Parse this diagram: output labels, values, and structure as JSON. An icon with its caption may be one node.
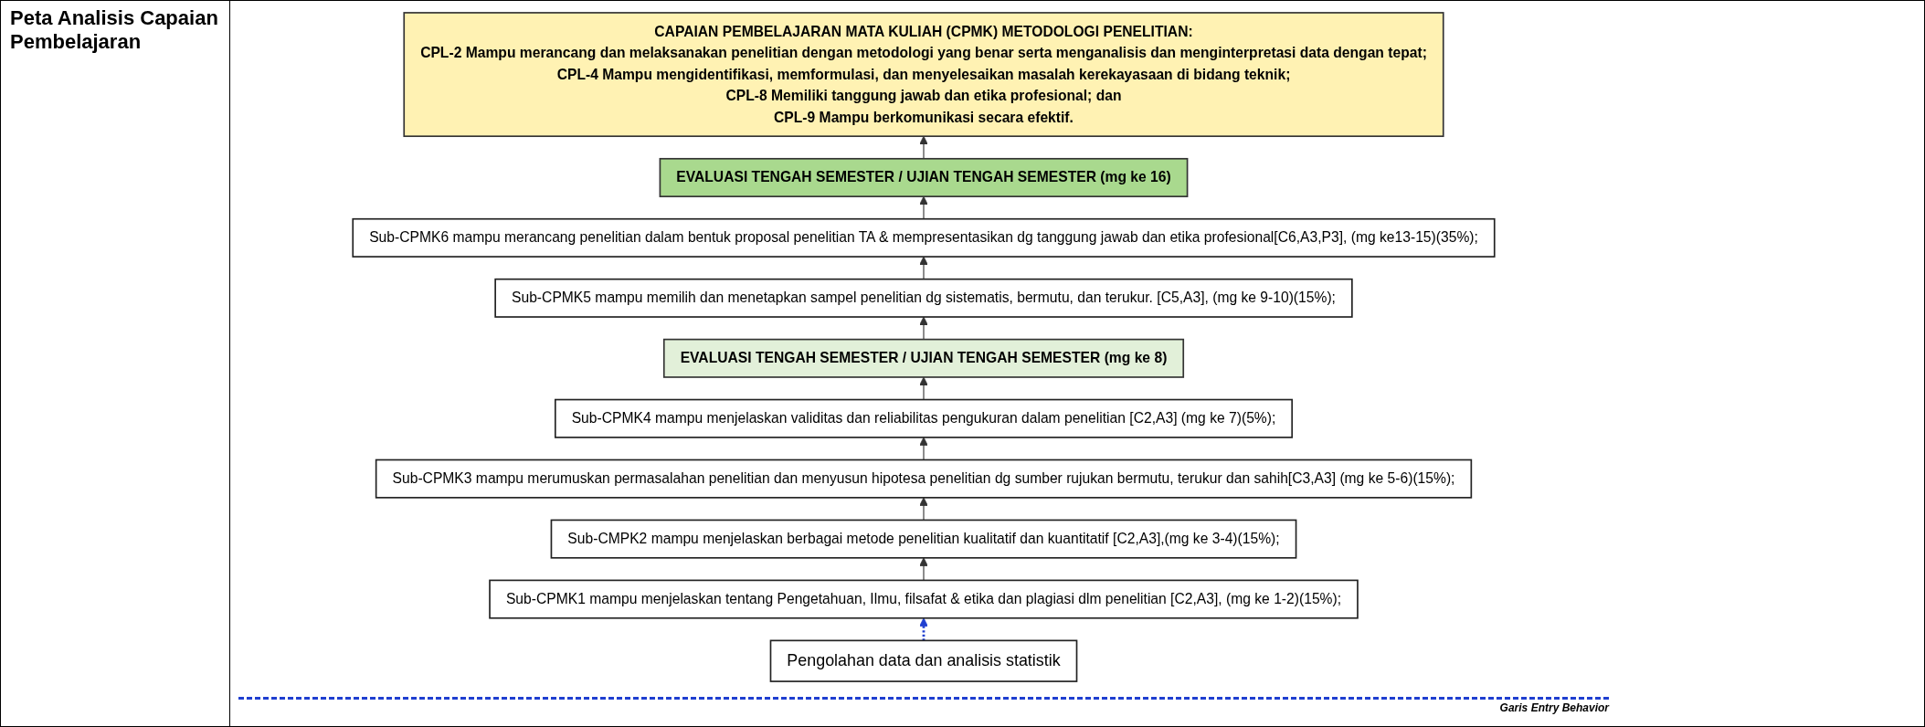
{
  "diagram": {
    "nodes": [
      {
        "text": [
          "CAPAIAN PEMBELAJARAN MATA KULIAH (CPMK) METODOLOGI PENELITIAN:",
          "CPL-2 Mampu merancang dan melaksanakan penelitian dengan metodologi yang benar serta menganalisis dan menginterpretasi data dengan tepat;",
          "CPL-4 Mampu mengidentifikasi, memformulasi, dan menyelesaikan masalah kerekayasaan di bidang teknik;",
          "CPL-8 Memiliki tanggung jawab dan etika profesional; dan",
          "CPL-9 Mampu berkomunikasi secara efektif."
        ]
      },
      {
        "text": [
          "EVALUASI TENGAH SEMESTER / UJIAN TENGAH SEMESTER (mg ke 16)"
        ]
      },
      {
        "text": [
          "Sub-CPMK6 mampu merancang penelitian dalam bentuk proposal penelitian TA & mempresentasikan dg tanggung jawab dan etika profesional[C6,A3,P3], (mg ke13-15)(35%);"
        ]
      },
      {
        "text": [
          "Sub-CPMK5 mampu memilih dan menetapkan sampel penelitian dg sistematis, bermutu, dan terukur. [C5,A3], (mg ke 9-10)(15%);"
        ]
      },
      {
        "text": [
          "EVALUASI TENGAH SEMESTER / UJIAN TENGAH SEMESTER (mg ke 8)"
        ]
      },
      {
        "text": [
          "Sub-CPMK3 mampu merumuskan permasalahan penelitian dan menyusun hipotesa penelitian dg sumber rujukan bermutu, terukur dan sahih[C3,A3] (mg ke 5-6)(15%);"
        ]
      },
      {
        "text": [
          "Sub-CPMK4 mampu menjelaskan validitas dan reliabilitas pengukuran dalam penelitian [C2,A3] (mg ke 7)(5%);"
        ]
      },
      {
        "text": [
          "Sub-CMPK2 mampu menjelaskan berbagai metode penelitian kualitatif dan kuantitatif [C2,A3],(mg ke 3-4)(15%);"
        ]
      },
      {
        "text": [
          "Sub-CPMK1 mampu menjelaskan tentang Pengetahuan, Ilmu, filsafat & etika dan plagiasi dlm penelitian [C2,A3], (mg ke 1-2)(15%);"
        ]
      },
      {
        "text": [
          "Pengolahan data dan analisis statistik"
        ]
      }
    ],
    "edges": [
      {
        "from": 1,
        "to": 0,
        "arrow": "to"
      },
      {
        "from": 2,
        "to": 1,
        "arrow": "to"
      },
      {
        "from": 3,
        "to": 2,
        "arrow": "to"
      },
      {
        "from": 4,
        "to": 3,
        "arrow": "to"
      },
      {
        "from": 6,
        "to": 4,
        "arrow": "to"
      },
      {
        "from": 5,
        "to": 6,
        "arrow": "to"
      },
      {
        "from": 7,
        "to": 5,
        "arrow": "to"
      },
      {
        "from": 8,
        "to": 7,
        "arrow": "to"
      },
      {
        "from": 9,
        "to": 8,
        "arrow": "to",
        "style": "dashed",
        "color": "#1f3fd0"
      }
    ],
    "labels": [
      "Peta Analisis Capaian Pembelajaran",
      "Garis Entry Behavior"
    ]
  }
}
